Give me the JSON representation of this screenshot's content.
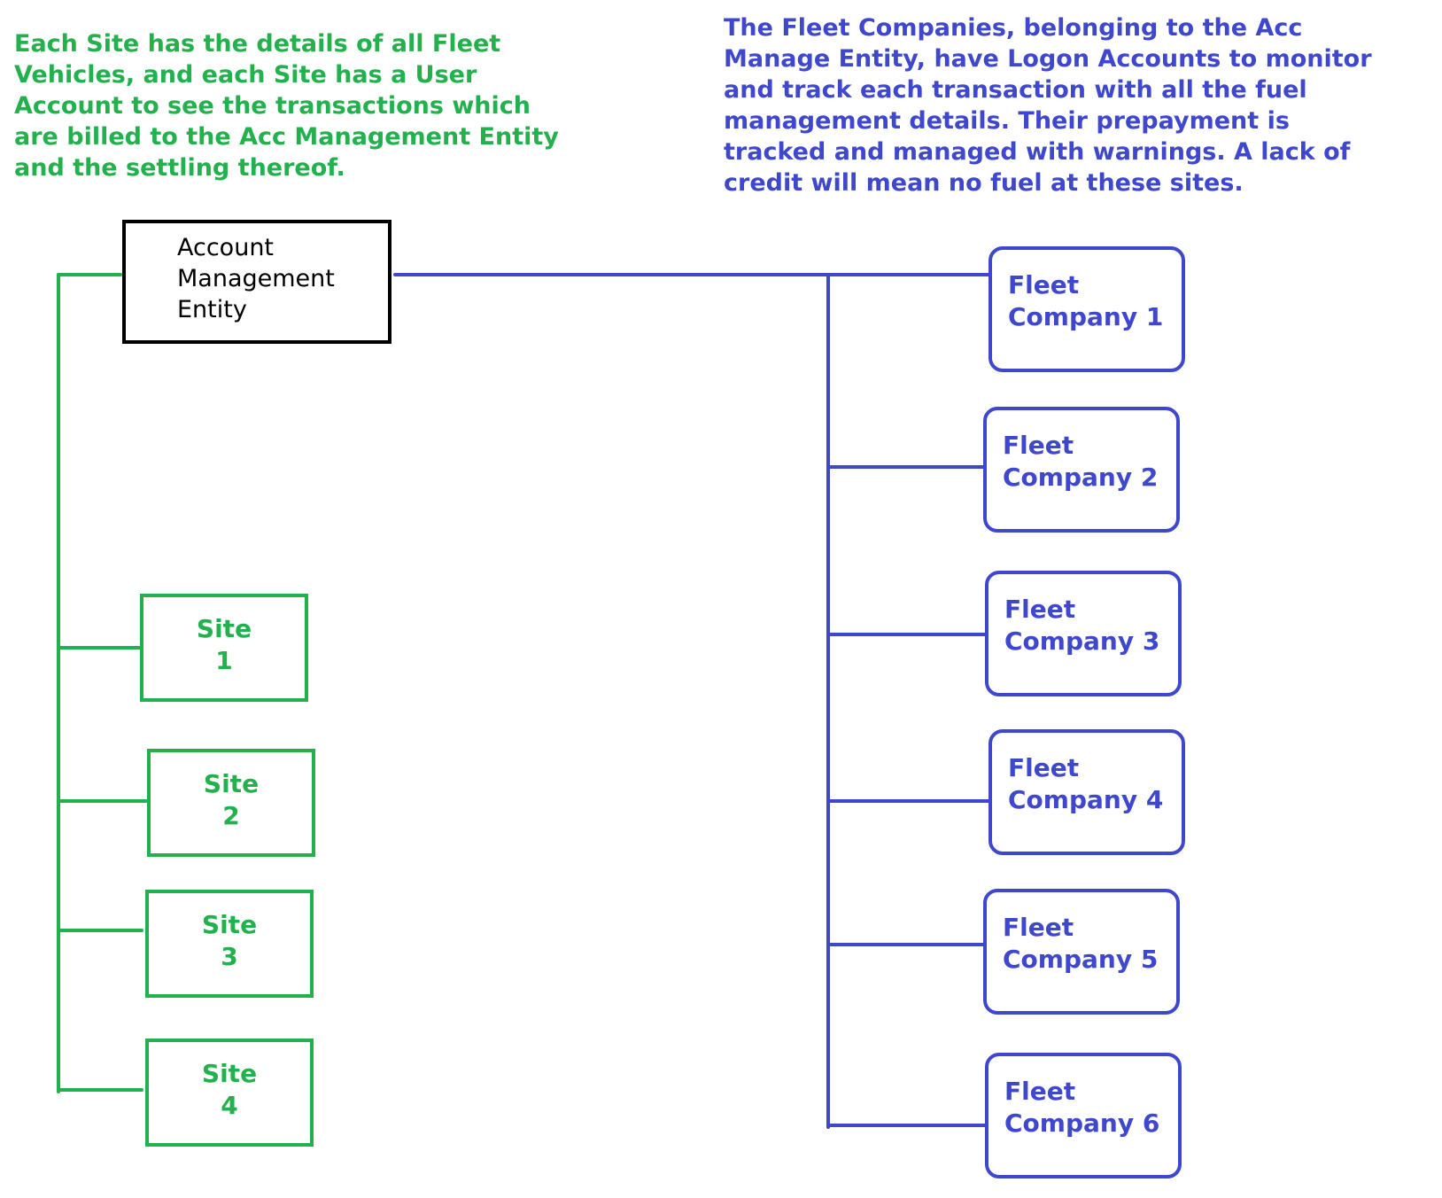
{
  "notes": {
    "sites_note": "Each Site has the details of all Fleet\nVehicles, and each Site has a User\nAccount to see the transactions which\nare billed to the Acc Management Entity\nand the settling thereof.",
    "fleet_note": "The Fleet Companies, belonging to the Acc\nManage Entity, have Logon Accounts to monitor\nand track each transaction with all the fuel\nmanagement details. Their prepayment is\ntracked and managed with warnings. A lack of\ncredit will mean no fuel at these sites."
  },
  "root": {
    "label": "Account\nManagement\nEntity"
  },
  "sites": [
    {
      "label": "Site\n1"
    },
    {
      "label": "Site\n2"
    },
    {
      "label": "Site\n3"
    },
    {
      "label": "Site\n4"
    }
  ],
  "fleet_companies": [
    {
      "label": "Fleet\nCompany 1"
    },
    {
      "label": "Fleet\nCompany 2"
    },
    {
      "label": "Fleet\nCompany  3"
    },
    {
      "label": "Fleet\nCompany 4"
    },
    {
      "label": "Fleet\nCompany 5"
    },
    {
      "label": "Fleet\nCompany 6"
    }
  ],
  "colors": {
    "sites": "#22b14c",
    "fleet": "#3f48cc",
    "root": "#000000"
  }
}
